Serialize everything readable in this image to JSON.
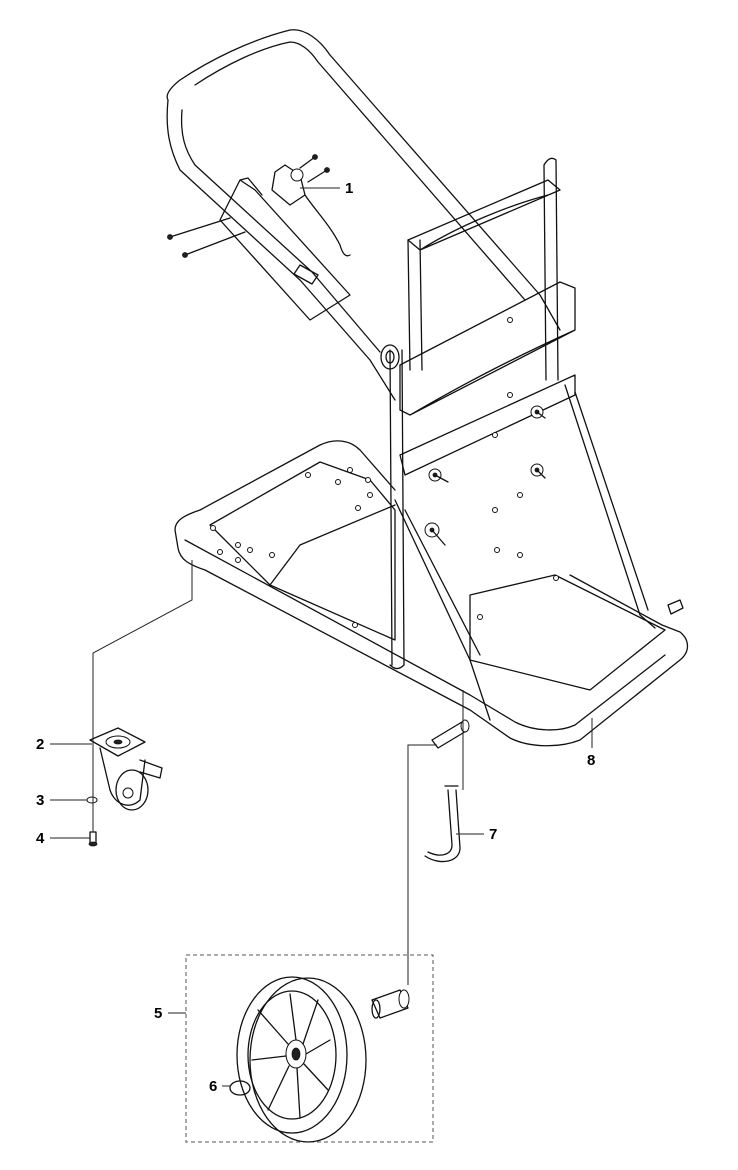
{
  "diagram": {
    "callouts": [
      {
        "id": "1",
        "label": "1"
      },
      {
        "id": "2",
        "label": "2"
      },
      {
        "id": "3",
        "label": "3"
      },
      {
        "id": "4",
        "label": "4"
      },
      {
        "id": "5",
        "label": "5"
      },
      {
        "id": "6",
        "label": "6"
      },
      {
        "id": "7",
        "label": "7"
      },
      {
        "id": "8",
        "label": "8"
      }
    ],
    "parts": [
      {
        "callout": "1",
        "part": "handle-bracket-assembly"
      },
      {
        "callout": "2",
        "part": "swivel-caster"
      },
      {
        "callout": "3",
        "part": "washer"
      },
      {
        "callout": "4",
        "part": "bolt"
      },
      {
        "callout": "5",
        "part": "wheel-kit"
      },
      {
        "callout": "6",
        "part": "hub-cap"
      },
      {
        "callout": "7",
        "part": "axle-pin"
      },
      {
        "callout": "8",
        "part": "trolley-frame"
      }
    ],
    "colors": {
      "line": "#111111",
      "background": "#ffffff",
      "dashed_box": "#555555"
    }
  }
}
